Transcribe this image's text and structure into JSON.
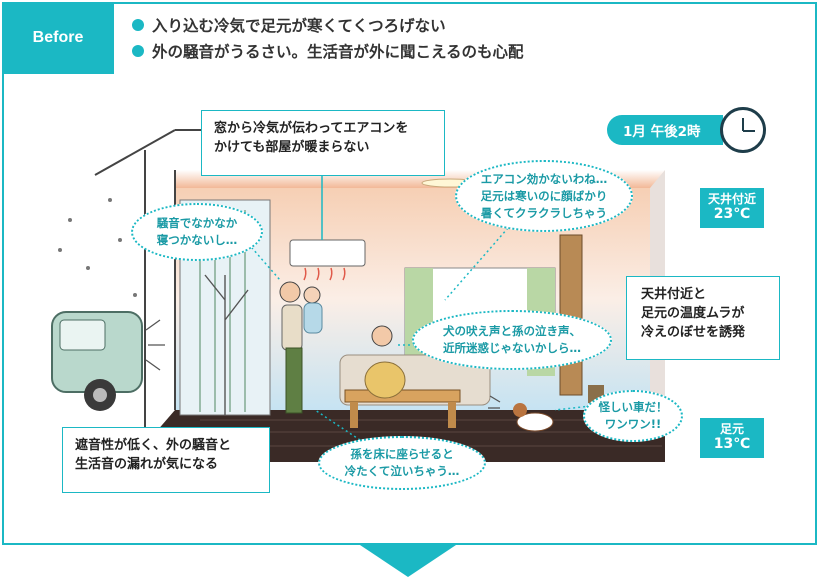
{
  "header": {
    "tab_label": "Before",
    "bullets": [
      "入り込む冷気で足元が寒くてくつろげない",
      "外の騒音がうるさい。生活音が外に聞こえるのも心配"
    ]
  },
  "time_label": "1月 午後2時",
  "callouts": {
    "window_cold": [
      "窓から冷気が伝わってエアコンを",
      "かけても部屋が暖まらない"
    ],
    "temp_unevenness": [
      "天井付近と",
      "足元の温度ムラが",
      "冷えのぼせを誘発"
    ],
    "sound_insulation": [
      "遮音性が低く、外の騒音と",
      "生活音の漏れが気になる"
    ]
  },
  "bubbles": {
    "noise_sleep": [
      "騒音でなかなか",
      "寝つかないし…"
    ],
    "aircon": [
      "エアコン効かないわね…",
      "足元は寒いのに顔ばかり",
      "暑くてクラクラしちゃう"
    ],
    "dog_baby": [
      "犬の吠え声と孫の泣き声、",
      "近所迷惑じゃないかしら…"
    ],
    "floor_cold": [
      "孫を床に座らせると",
      "冷たくて泣いちゃう…"
    ],
    "dog": [
      "怪しい車だ！",
      "ワンワン!!"
    ]
  },
  "temperatures": {
    "ceiling": {
      "label": "天井付近",
      "value": "23℃"
    },
    "floor": {
      "label": "足元",
      "value": "13℃"
    }
  },
  "colors": {
    "accent": "#1bb8c4",
    "warm": "#f8d7c0",
    "cold": "#cfe6f3",
    "floor": "#3a2a26"
  }
}
